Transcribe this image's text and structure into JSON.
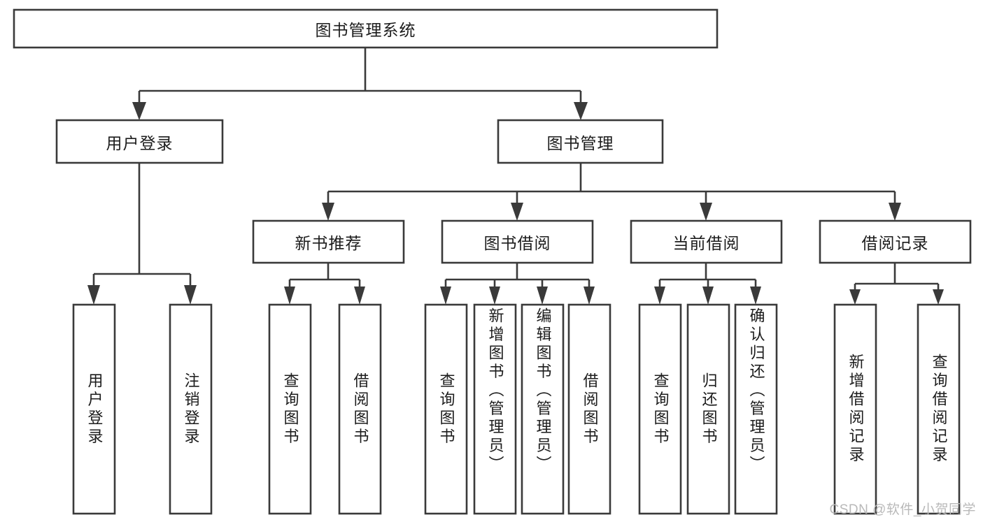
{
  "diagram": {
    "title": "图书管理系统",
    "watermark": "CSDN @软件_小贺同学",
    "levels": {
      "root": {
        "label": "图书管理系统"
      },
      "level2": [
        {
          "label": "用户登录"
        },
        {
          "label": "图书管理"
        }
      ],
      "level3": [
        {
          "label": "新书推荐"
        },
        {
          "label": "图书借阅"
        },
        {
          "label": "当前借阅"
        },
        {
          "label": "借阅记录"
        }
      ],
      "leaves": {
        "user_login": [
          {
            "label": "用户登录"
          },
          {
            "label": "注销登录"
          }
        ],
        "new_book_recommend": [
          {
            "label": "查询图书"
          },
          {
            "label": "借阅图书"
          }
        ],
        "book_borrow": [
          {
            "label": "查询图书"
          },
          {
            "label": "新增图书（管理员）"
          },
          {
            "label": "编辑图书（管理员）"
          },
          {
            "label": "借阅图书"
          }
        ],
        "current_borrow": [
          {
            "label": "查询图书"
          },
          {
            "label": "归还图书"
          },
          {
            "label": "确认归还（管理员）"
          }
        ],
        "borrow_record": [
          {
            "label": "新增借阅记录"
          },
          {
            "label": "查询借阅记录"
          }
        ]
      }
    },
    "colors": {
      "box_stroke": "#3a3a3a",
      "box_fill": "#ffffff",
      "text": "#1c1c1c",
      "watermark": "#b9b9b9",
      "background": "#ffffff"
    }
  }
}
